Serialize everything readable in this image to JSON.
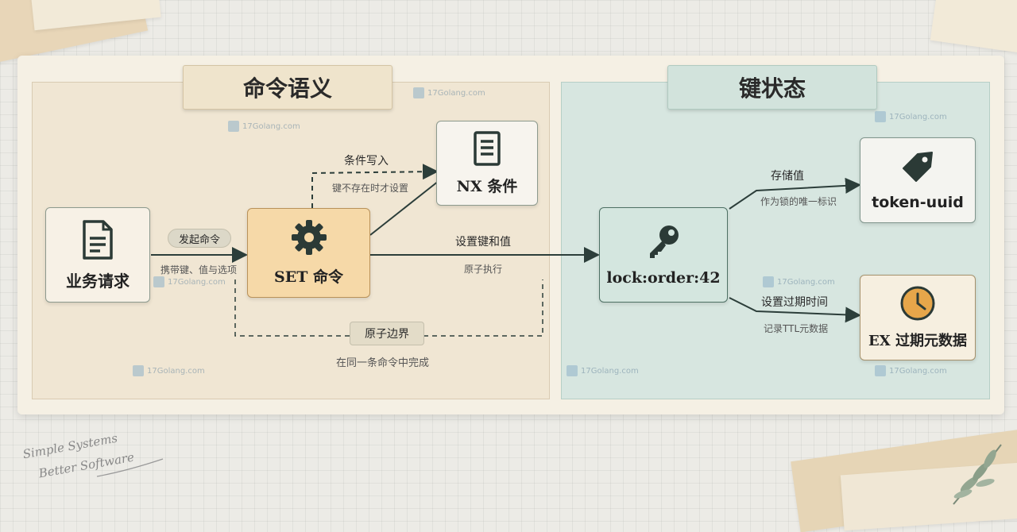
{
  "panels": {
    "left": {
      "title": "命令语义"
    },
    "right": {
      "title": "键状态"
    }
  },
  "nodes": {
    "biz_request": "业务请求",
    "set_command": "SET 命令",
    "nx_condition": "NX 条件",
    "lock_key": "lock:order:42",
    "token": "token-uuid",
    "ex_meta": "EX 过期元数据"
  },
  "edges": {
    "issue": {
      "pill": "发起命令",
      "sub": "携带键、值与选项"
    },
    "cond_write": {
      "label": "条件写入",
      "sub": "键不存在时才设置"
    },
    "set_kv": {
      "label": "设置键和值",
      "sub": "原子执行"
    },
    "store_value": {
      "label": "存储值",
      "sub": "作为锁的唯一标识"
    },
    "set_expire": {
      "label": "设置过期时间",
      "sub": "记录TTL元数据"
    },
    "atomic": {
      "pill": "原子边界",
      "sub": "在同一条命令中完成"
    }
  },
  "watermark": "17Golang.com",
  "signature": [
    "Simple Systems",
    "Better Software"
  ],
  "colors": {
    "left_panel": "#f0e6d3",
    "right_panel": "#d7e6e0",
    "set_node": "#f6d9a8",
    "arrow": "#2c3e3a"
  },
  "icons": {
    "biz_request": "document-icon",
    "set_command": "gear-icon",
    "nx_condition": "document-icon",
    "lock_key": "key-icon",
    "token": "tag-icon",
    "ex_meta": "clock-icon"
  }
}
